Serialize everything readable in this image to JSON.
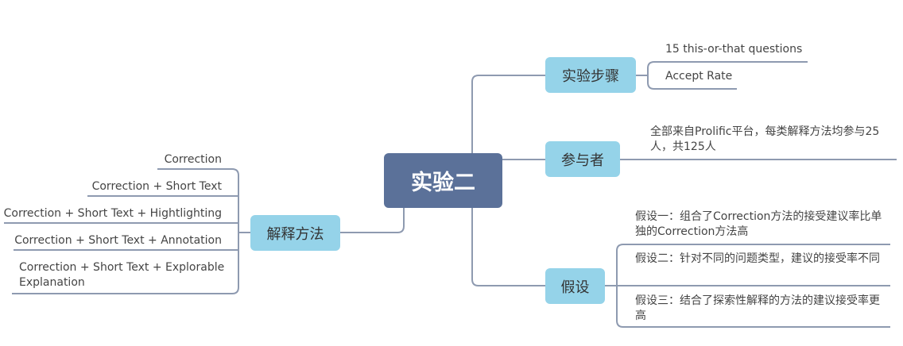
{
  "central": {
    "label": "实验二"
  },
  "branches": {
    "steps": {
      "label": "实验步骤",
      "children": [
        "15 this-or-that questions",
        "Accept Rate"
      ]
    },
    "participants": {
      "label": "参与者",
      "children": [
        "全部来自Prolific平台，每类解释方法均参与25人，共125人"
      ]
    },
    "hypotheses": {
      "label": "假设",
      "children": [
        "假设一：组合了Correction方法的接受建议率比单独的Correction方法高",
        "假设二：针对不同的问题类型，建议的接受率不同",
        "假设三：结合了探索性解释的方法的建议接受率更高"
      ]
    },
    "methods": {
      "label": "解释方法",
      "children": [
        "Correction",
        "Correction + Short Text",
        "Correction + Short Text + Hightlighting",
        "Correction + Short Text + Annotation",
        "Correction + Short Text + Explorable Explanation"
      ]
    }
  },
  "colors": {
    "central": "#5b7199",
    "main": "#95d3e9",
    "line": "#8e9ab0"
  }
}
